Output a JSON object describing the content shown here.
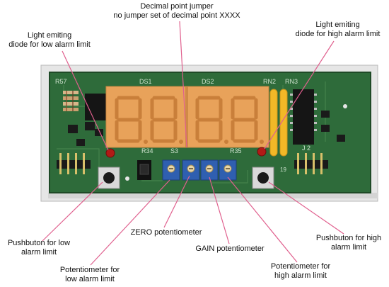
{
  "callouts": {
    "decimal_point_jumper": "Decimal point jumper\nno jumper set of decimal point XXXX",
    "led_low": "Light emiting\ndiode for low alarm limit",
    "led_high": "Light emiting\ndiode for high alarm limit",
    "pushbutton_low": "Pushbuton for low\nalarm limit",
    "zero_pot": "ZERO potentiometer",
    "gain_pot": "GAIN potentiometer",
    "pot_low": "Potentiometer for\nlow alarm limit",
    "pot_high": "Potentiometer for\nhigh alarm limit",
    "pushbutton_high": "Pushbuton for high\nalarm limit"
  },
  "board_marks": {
    "ds1": "DS1",
    "ds2": "DS2",
    "rn2": "RN2",
    "rn3": "RN3",
    "r34": "R34",
    "s3": "S3",
    "r35": "R35",
    "j2": "J 2",
    "n19": "19",
    "r57": "R57"
  },
  "colors": {
    "board": "#2e6b3a",
    "board_edge": "#1f4a27",
    "display": "#e8a25a",
    "segment": "#c97f3a",
    "pot": "#2f5fb0",
    "led": "#b11a16",
    "callout_line": "#e0608e"
  }
}
